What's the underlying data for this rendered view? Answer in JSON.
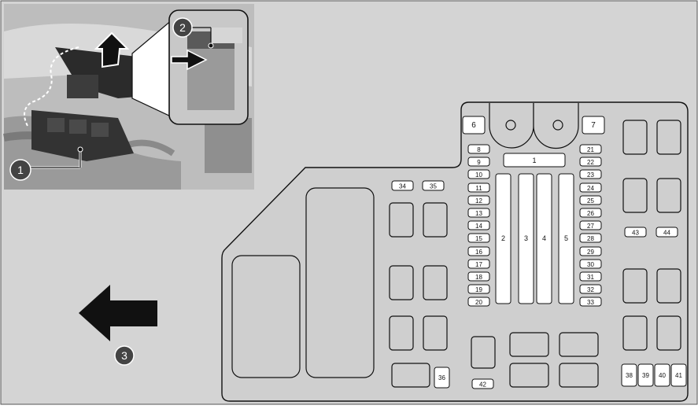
{
  "callouts": [
    {
      "id": "callout-1",
      "label": "1"
    },
    {
      "id": "callout-2",
      "label": "2"
    },
    {
      "id": "callout-3",
      "label": "3"
    }
  ],
  "fuse_labels": {
    "f1": "1",
    "f2": "2",
    "f3": "3",
    "f4": "4",
    "f5": "5",
    "f6": "6",
    "f7": "7",
    "f8": "8",
    "f9": "9",
    "f10": "10",
    "f11": "11",
    "f12": "12",
    "f13": "13",
    "f14": "14",
    "f15": "15",
    "f16": "16",
    "f17": "17",
    "f18": "18",
    "f19": "19",
    "f20": "20",
    "f21": "21",
    "f22": "22",
    "f23": "23",
    "f24": "24",
    "f25": "25",
    "f26": "26",
    "f27": "27",
    "f28": "28",
    "f29": "29",
    "f30": "30",
    "f31": "31",
    "f32": "32",
    "f33": "33",
    "f34": "34",
    "f35": "35",
    "f36": "36",
    "f38": "38",
    "f39": "39",
    "f40": "40",
    "f41": "41",
    "f42": "42",
    "f43": "43",
    "f44": "44"
  },
  "colors": {
    "background": "#d4d4d4",
    "panel_fill": "#cfcfcf",
    "line": "#1a1a1a",
    "callout_fill": "#444444",
    "arrow_fill": "#111111",
    "label_fill": "#ffffff"
  }
}
